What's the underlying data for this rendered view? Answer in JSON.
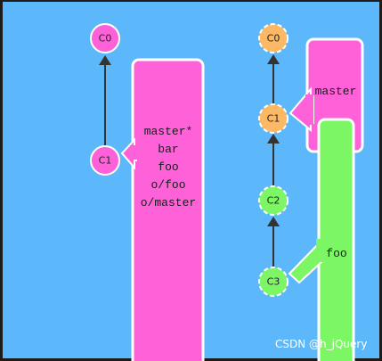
{
  "left_repo": {
    "commits": [
      {
        "label": "C0",
        "color": "#ff62d8",
        "dashed": false
      },
      {
        "label": "C1",
        "color": "#ff62d8",
        "dashed": false
      }
    ],
    "branch_box": {
      "color": "#ff62d8",
      "labels": [
        "master*",
        "bar",
        "foo",
        "o/foo",
        "o/master"
      ]
    }
  },
  "right_repo": {
    "commits": [
      {
        "label": "C0",
        "color": "#fbb865",
        "dashed": true
      },
      {
        "label": "C1",
        "color": "#fbb865",
        "dashed": true
      },
      {
        "label": "C2",
        "color": "#7cf665",
        "dashed": true
      },
      {
        "label": "C3",
        "color": "#7cf665",
        "dashed": true
      }
    ],
    "branches": [
      {
        "name": "master",
        "color": "#ff62d8"
      },
      {
        "name": "foo",
        "color": "#7cf665"
      }
    ]
  },
  "watermark": "CSDN @h_jQuery",
  "colors": {
    "background": "#5cb8fa",
    "frame": "#1c1c1c",
    "edge": "#333333",
    "outline": "#ffffff"
  }
}
